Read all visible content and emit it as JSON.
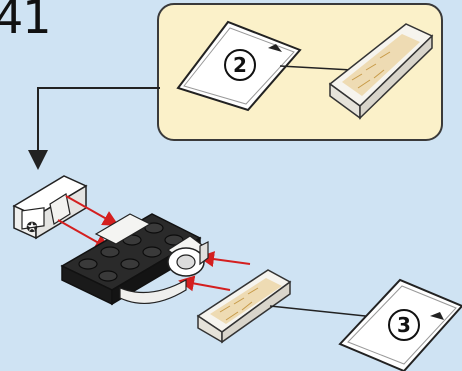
{
  "step": {
    "number": "41"
  },
  "callout": {
    "quantity": "2"
  },
  "inset": {
    "quantity": "3"
  },
  "colors": {
    "background": "#cfe3f3",
    "callout_fill": "#fbf1c9",
    "callout_border": "#3a3a3a",
    "arrow": "#d41f1f",
    "brick_dark": "#1f1f1f",
    "brick_light": "#f4f4f2",
    "sticker": "#e9c98c"
  }
}
